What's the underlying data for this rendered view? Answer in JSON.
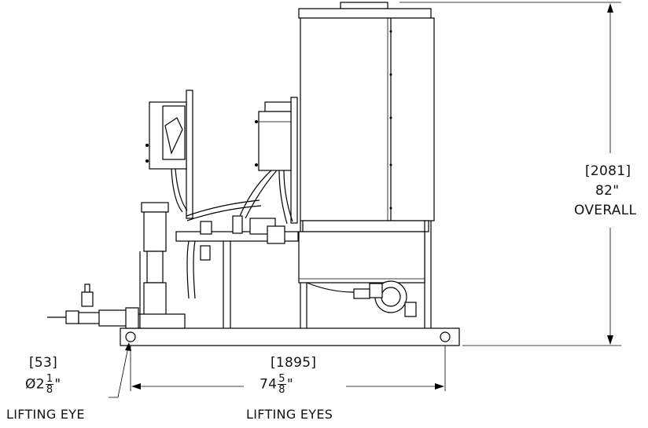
{
  "dimensions": {
    "overall_height": {
      "metric": "[2081]",
      "imperial": "82\"",
      "caption": "OVERALL"
    },
    "lifting_eye_diameter": {
      "metric": "[53]",
      "symbol": "Ø",
      "whole": "2",
      "frac_num": "1",
      "frac_den": "8",
      "inch_mark": "\"",
      "caption": "LIFTING EYE"
    },
    "lifting_eyes_spacing": {
      "metric": "[1895]",
      "whole": "74",
      "frac_num": "5",
      "frac_den": "8",
      "inch_mark": "\"",
      "caption": "LIFTING EYES"
    }
  }
}
